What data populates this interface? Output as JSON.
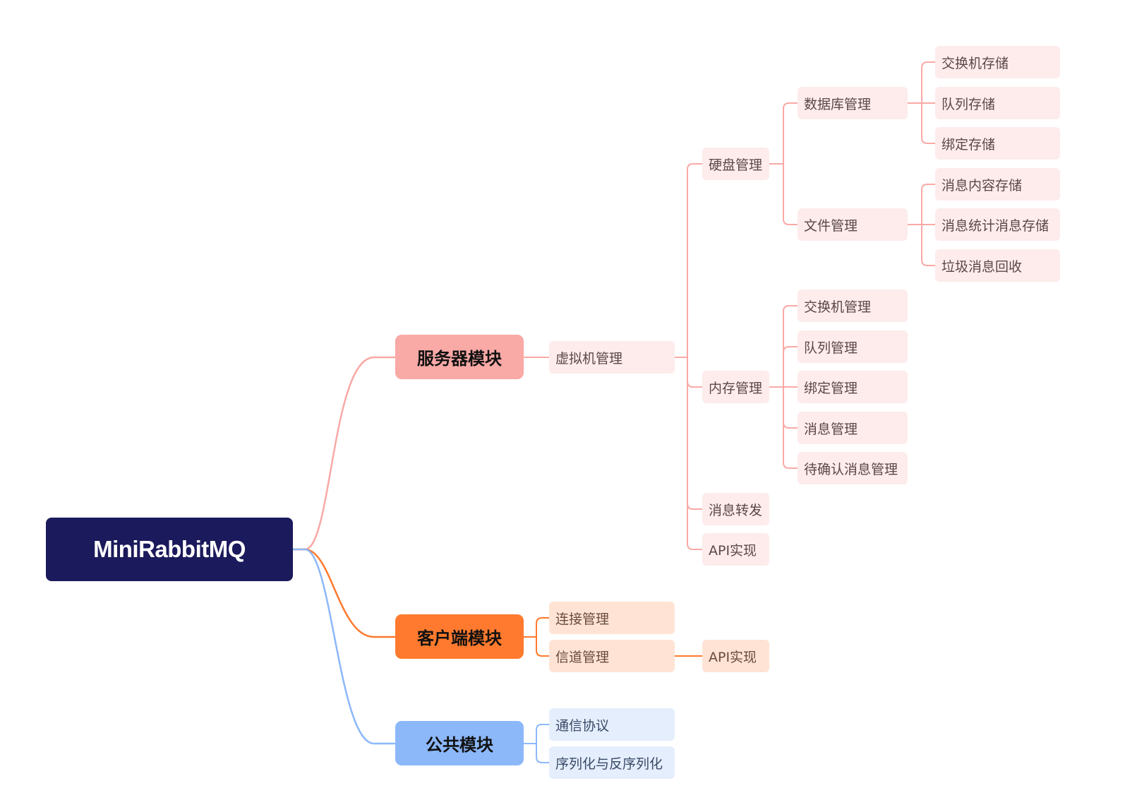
{
  "root": {
    "label": "MiniRabbitMQ"
  },
  "server": {
    "label": "服务器模块",
    "vhost": "虚拟机管理",
    "disk": "硬盘管理",
    "database": "数据库管理",
    "exchange_storage": "交换机存储",
    "queue_storage": "队列存储",
    "binding_storage": "绑定存储",
    "file": "文件管理",
    "message_content_storage": "消息内容存储",
    "message_stats_storage": "消息统计消息存储",
    "garbage_collection": "垃圾消息回收",
    "memory": "内存管理",
    "exchange_mgmt": "交换机管理",
    "queue_mgmt": "队列管理",
    "binding_mgmt": "绑定管理",
    "message_mgmt": "消息管理",
    "unacked_mgmt": "待确认消息管理",
    "forwarding": "消息转发",
    "api": "API实现"
  },
  "client": {
    "label": "客户端模块",
    "connection": "连接管理",
    "channel": "信道管理",
    "api": "API实现"
  },
  "common": {
    "label": "公共模块",
    "protocol": "通信协议",
    "serialization": "序列化与反序列化"
  },
  "colors": {
    "root": "#1b1a5c",
    "server": "#f9a9a6",
    "client": "#ff7a2e",
    "common": "#8cb8fa"
  }
}
